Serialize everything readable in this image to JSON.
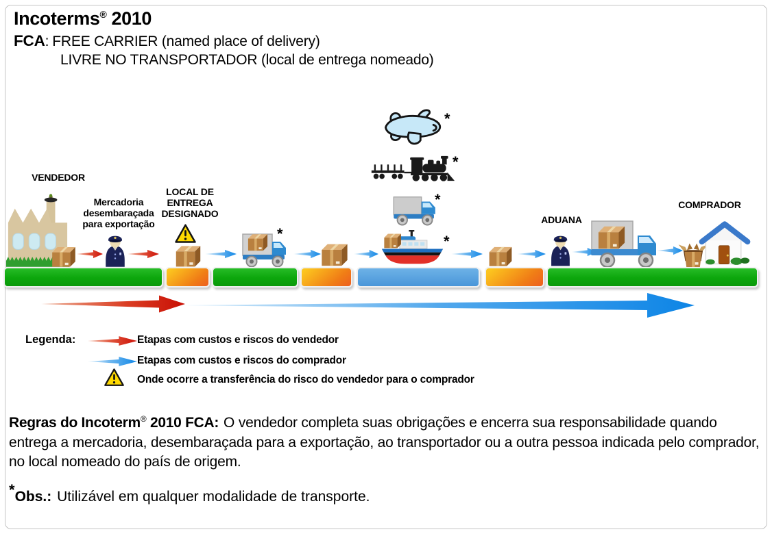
{
  "header": {
    "title_main": "Incoterms",
    "title_reg": "®",
    "title_year": "2010",
    "code": "FCA",
    "colon": ":",
    "name_en": "FREE CARRIER (named place of delivery)",
    "name_pt": "LIVRE NO TRANSPORTADOR (local de entrega nomeado)"
  },
  "diagram": {
    "vendedor": "VENDEDOR",
    "mercadoria": "Mercadoria desembaraçada para exportação",
    "local_entrega": "LOCAL DE ENTREGA DESIGNADO",
    "aduana": "ADUANA",
    "comprador": "COMPRADOR",
    "asterisk": "*",
    "transport_modes": [
      "plane",
      "train",
      "truck",
      "ship"
    ],
    "scene_icons": [
      "factory-icon",
      "package-icon",
      "customs-officer-icon",
      "warning-triangle-icon",
      "truck-icon",
      "ship-icon",
      "open-package-icon",
      "house-icon"
    ]
  },
  "legend": {
    "heading": "Legenda:",
    "items": [
      {
        "icon": "seller-arrow",
        "text": "Etapas com custos e riscos do vendedor"
      },
      {
        "icon": "buyer-arrow",
        "text": "Etapas com custos e riscos do comprador"
      },
      {
        "icon": "warning-triangle",
        "text": "Onde ocorre a transferência do risco do vendedor para o comprador"
      }
    ]
  },
  "rules": {
    "lead": "Regras do Incoterm",
    "reg": "®",
    "lead2": " 2010 FCA",
    "colon": ":",
    "body": "O vendedor completa suas obrigações e encerra sua responsabilidade quando entrega a mercadoria, desembaraçada para a exportação, ao transportador ou a outra pessoa indicada pelo comprador, no local nomeado do país de origem."
  },
  "obs": {
    "asterisk": "*",
    "label": "Obs.:",
    "text": "Utilizável em qualquer modalidade de transporte."
  },
  "colors": {
    "seller_arrow_red": "#cc1006",
    "buyer_arrow_blue": "#1087e6",
    "stage_green": "#12a412",
    "stage_orange": "#f08019",
    "stage_blue": "#57a3de",
    "warning_yellow": "#ffd900"
  }
}
